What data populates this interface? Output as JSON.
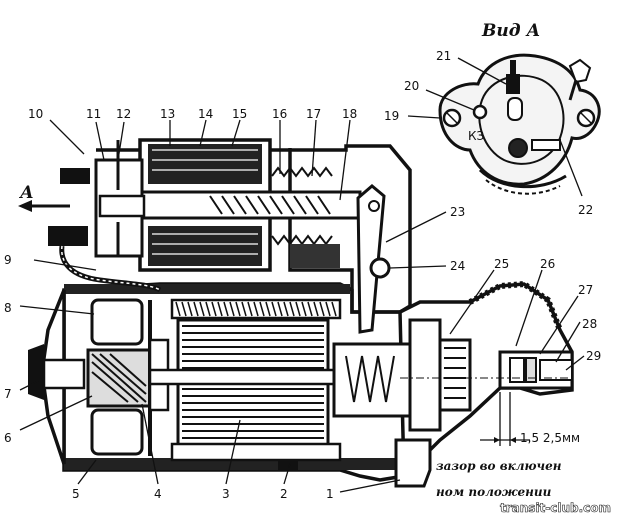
{
  "view_title": "Вид А",
  "arrow_letter": "А",
  "view_label_k3": "КЗ",
  "callouts": {
    "c1": "1",
    "c2": "2",
    "c3": "3",
    "c4": "4",
    "c5": "5",
    "c6": "6",
    "c7": "7",
    "c8": "8",
    "c9": "9",
    "c10": "10",
    "c11": "11",
    "c12": "12",
    "c13": "13",
    "c14": "14",
    "c15": "15",
    "c16": "16",
    "c17": "17",
    "c18": "18",
    "c19": "19",
    "c20": "20",
    "c21": "21",
    "c22": "22",
    "c23": "23",
    "c24": "24",
    "c25": "25",
    "c26": "26",
    "c27": "27",
    "c28": "28",
    "c29": "29"
  },
  "dimension": {
    "label": "1,5 2,5мм"
  },
  "gap_note": {
    "line1": "зазор во включен",
    "line2": "ном положении"
  },
  "watermark": "transit-club.com"
}
